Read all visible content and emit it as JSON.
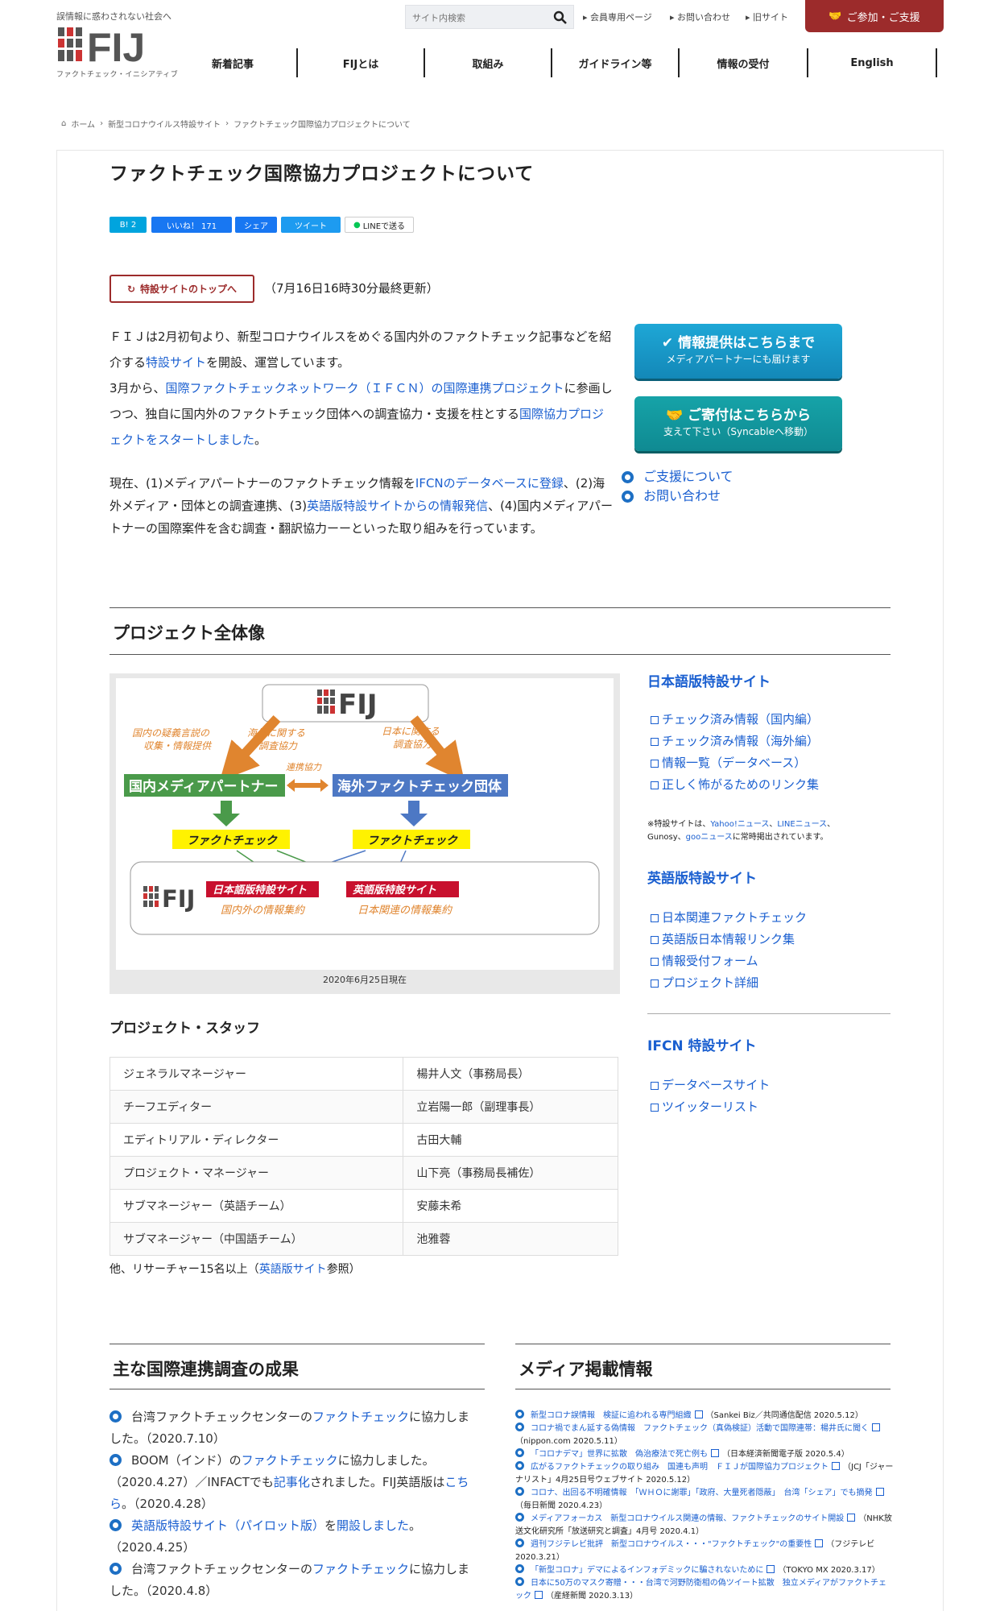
{
  "header": {
    "tagline": "誤情報に惑わされない社会へ",
    "logo_text": "FIJ",
    "logo_sub": "ファクトチェック・イニシアティブ",
    "search_placeholder": "サイト内検索",
    "util_links": [
      "会員専用ページ",
      "お問い合わせ",
      "旧サイト"
    ],
    "support_button": "ご参加・ご支援",
    "nav": [
      "新着記事",
      "FIJとは",
      "取組み",
      "ガイドライン等",
      "情報の受付",
      "English"
    ]
  },
  "breadcrumb": [
    "ホーム",
    "新型コロナウイルス特設サイト",
    "ファクトチェック国際協力プロジェクトについて"
  ],
  "page_title": "ファクトチェック国際協力プロジェクトについて",
  "share": {
    "hatena": "B! 2",
    "like": "いいね！ 171",
    "share": "シェア",
    "tweet": "ツイート",
    "line": "LINEで送る"
  },
  "top_button": "特設サイトのトップへ",
  "updated": "（7月16日16時30分最終更新）",
  "intro": {
    "p1a": "ＦＩＪは2月初旬より、新型コロナウイルスをめぐる国内外のファクトチェック記事などを紹介する",
    "p1b": "特設サイト",
    "p1c": "を開設、運営しています。",
    "p2a": "3月から、",
    "p2b": "国際ファクトチェックネットワーク（ＩＦＣＮ）の国際連携プロジェクト",
    "p2c": "に参画しつつ、独自に国内外のファクトチェック団体への調査協力・支援を柱とする",
    "p2d": "国際協力プロジェクトをスタートしました",
    "p2e": "。",
    "p3a": "現在、(1)メディアパートナーのファクトチェック情報を",
    "p3b": "IFCNのデータベースに登録",
    "p3c": "、(2)海外メディア・団体との調査連携、(3)",
    "p3d": "英語版特設サイトからの情報発信",
    "p3e": "、(4)国内メディアパートナーの国際案件を含む調査・翻訳協力ーーといった取り組みを行っています。"
  },
  "cta": [
    {
      "title": "情報提供はこちらまで",
      "sub": "メディアパートナーにも届けます"
    },
    {
      "title": "ご寄付はこちらから",
      "sub": "支えて下さい（Syncableへ移動）"
    }
  ],
  "side_links": [
    "ご支援について",
    "お問い合わせ"
  ],
  "overview_title": "プロジェクト全体像",
  "diagram": {
    "logo": "FIJ",
    "l1": "国内の疑義言説の",
    "l2": "収集・情報提供",
    "m1": "海外に関する",
    "m2": "調査協力",
    "r1": "日本に関する",
    "r2": "調査協力",
    "link": "連携協力",
    "box_left": "国内メディアパートナー",
    "box_right": "海外ファクトチェック団体",
    "fc1": "ファクトチェック",
    "fc2": "ファクトチェック",
    "site_jp": "日本語版特設サイト",
    "site_jp_sub": "国内外の情報集約",
    "site_en": "英語版特設サイト",
    "site_en_sub": "日本関連の情報集約",
    "caption": "2020年6月25日現在"
  },
  "right": {
    "jp_title": "日本語版特設サイト",
    "jp_links": [
      "チェック済み情報（国内編）",
      "チェック済み情報（海外編）",
      "情報一覧（データベース）",
      "正しく怖がるためのリンク集"
    ],
    "note1": "※特設サイトは、",
    "note_l1": "Yahoo!ニュース",
    "note2": "、",
    "note_l2": "LINEニュース",
    "note3": "、",
    "note4": "Gunosy、",
    "note_l3": "goo",
    "note_l4": "ニュース",
    "note5": "に常時掲出されています。",
    "en_title": "英語版特設サイト",
    "en_links": [
      "日本関連ファクトチェック",
      "英語版日本情報リンク集",
      "情報受付フォーム",
      "プロジェクト詳細"
    ],
    "ifcn_title": "IFCN 特設サイト",
    "ifcn_links": [
      "データベースサイト",
      "ツイッターリスト"
    ]
  },
  "staff": {
    "title": "プロジェクト・スタッフ",
    "rows": [
      [
        "ジェネラルマネージャー",
        "楊井人文（事務局長）"
      ],
      [
        "チーフエディター",
        "立岩陽一郎（副理事長）"
      ],
      [
        "エディトリアル・ディレクター",
        "古田大輔"
      ],
      [
        "プロジェクト・マネージャー",
        "山下亮（事務局長補佐）"
      ],
      [
        "サブマネージャー（英語チーム）",
        "安藤未希"
      ],
      [
        "サブマネージャー（中国語チーム）",
        "池雅蓉"
      ]
    ],
    "note_a": "他、リサーチャー15名以上（",
    "note_b": "英語版サイト",
    "note_c": "参照）"
  },
  "results": {
    "title": "主な国際連携調査の成果",
    "items": [
      {
        "a": "台湾ファクトチェックセンターの",
        "b": "ファクトチェック",
        "c": "に協力しました。（2020.7.10）"
      },
      {
        "a": "BOOM（インド）の",
        "b": "ファクトチェック",
        "c": "に協力しました。（2020.4.27）／INFACTでも",
        "d": "記事化",
        "e": "されました。FIJ英語版は",
        "f": "こちら",
        "g": "。（2020.4.28）"
      },
      {
        "a": "",
        "b": "英語版特設サイト（パイロット版）",
        "c": "を",
        "d": "開設しました",
        "e": "。（2020.4.25）"
      },
      {
        "a": "台湾ファクトチェックセンターの",
        "b": "ファクトチェック",
        "c": "に協力しました。（2020.4.8）"
      }
    ]
  },
  "media": {
    "title": "メディア掲載情報",
    "items": [
      {
        "l": "新型コロナ誤情報　検証に追われる専門組織",
        "t": "（Sankei Biz／共同通信配信 2020.5.12）"
      },
      {
        "l": "コロナ禍でまん延する偽情報　ファクトチェック（真偽検証）活動で国際連帯：楊井氏に聞く",
        "t": "（nippon.com 2020.5.11）"
      },
      {
        "l": "「コロナデマ」世界に拡散　偽治療法で死亡例も",
        "t": "（日本経済新聞電子版 2020.5.4）"
      },
      {
        "l": "広がるファクトチェックの取り組み　国連も声明　ＦＩＪが国際協力プロジェクト",
        "t": "（JCJ「ジャーナリスト」4月25日号ウェブサイト 2020.5.12）"
      },
      {
        "l": "コロナ、出回る不明確情報　「ＷＨＯに謝罪」「政府、大量死者隠蔽」　台湾「シェア」でも摘発",
        "t": "（毎日新聞 2020.4.23）"
      },
      {
        "l": "メディアフォーカス　新型コロナウイルス関連の情報、ファクトチェックのサイト開設",
        "t": "（NHK放送文化研究所「放送研究と調査」4月号 2020.4.1）"
      },
      {
        "l": "週刊フジテレビ批評　新型コロナウイルス・・・\"ファクトチェック\"の重要性",
        "t": "（フジテレビ　2020.3.21）"
      },
      {
        "l": "「新型コロナ」デマによるインフォデミックに騙されないために",
        "t": "（TOKYO MX 2020.3.17）"
      },
      {
        "l": "日本に50万のマスク寄贈・・・台湾で河野防衛相の偽ツイート拡散　独立メディアがファクトチェック",
        "t": "（産経新聞 2020.3.13）"
      }
    ]
  }
}
